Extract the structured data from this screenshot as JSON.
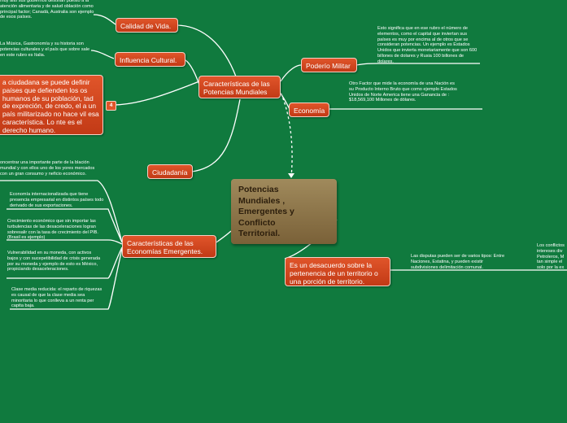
{
  "central": {
    "line1": "Potencias",
    "line2": "Mundiales ,",
    "line3": "Emergentes y",
    "line4": "Conflicto",
    "line5": "Territorial."
  },
  "nodes": {
    "calidad": "Calidad de Vida.",
    "influencia": "Influencia Cultural.",
    "caracteristicas_potencias": "Características de las Potencias Mundiales",
    "poderio": "Poderío Militar",
    "economia": "Economía",
    "ciudadania": "Ciudadanía",
    "caracteristicas_emergentes": "Características de las Economías Emergentes.",
    "desacuerdo": "Es un desacuerdo sobre la pertenencia de un territorio o una porción de territorio."
  },
  "notes": {
    "calidad": "muy alto sus gobiernos destinan puesto a la atención alimentaria y de salud oblación como principal factor; Canadá, Australia son ejemplo de esos países.",
    "influencia": "La Música, Gastronomía y su historia son potencias culturales y el país que sobre sale en este rubro es Italia.",
    "ciudadania_big": "a ciudadana se puede definir países que defienden los os humanos de su población, tad de expreción, de credo, el a un país militarizado no hace vil esa característica. Lo nte es el derecho humano.",
    "ciudadania_badge": "4",
    "poderio": "Esto significa que en ese rubro el número de elementos, como el capital que inviertan sus países es muy por encima al de otros que se consideran potencias. Un ejemplo es Estados Unidos que invierta monetariamente que son 600 billones de dolares y Rusia 100 billones de dolares.",
    "economia": "Otro Factor que mide la economía de una Nación es su Producto Interno Bruto que como ejemplo Estados Unidos de Norte America tiene una Ganancia de : $18,569,100 Millones de dólares.",
    "emergentes_intro": "oncentrar una importante parte de la blación mundial y con ellos uno de los yores mercados con un gran consumo y neficio económico.",
    "emergentes_1": "Economía internacionalizada que tiene presencia empresarial en distintos países todo derivado de sus exportaciones.",
    "emergentes_2": "Crecimiento económico que sin importar las turbulencias de las desaceleraciones logran sobresalir con la tasa de crecimiento del PIB. (Brasil es ejemplo)",
    "emergentes_3": "Vulnerabilidad en su moneda, con activos bajos y con sucepetibilidad de crisis generada por su moneda y ejemplo de esto es México, propiciando desaceleraciones.",
    "emergentes_4": "Clase media reducida: el reparto de riquezas es causal de que la clase media sea minoritaria lo que conlleva a un renta per capita baja.",
    "disputas": "Las disputas pueden ser de varios tipos: Entre Naciones, Estatina, y pueden existir subdivisiones delimitación comunal.",
    "conflictos": "Los conflictos intereses div Petroleros, M tan simple el solo por la ex"
  }
}
